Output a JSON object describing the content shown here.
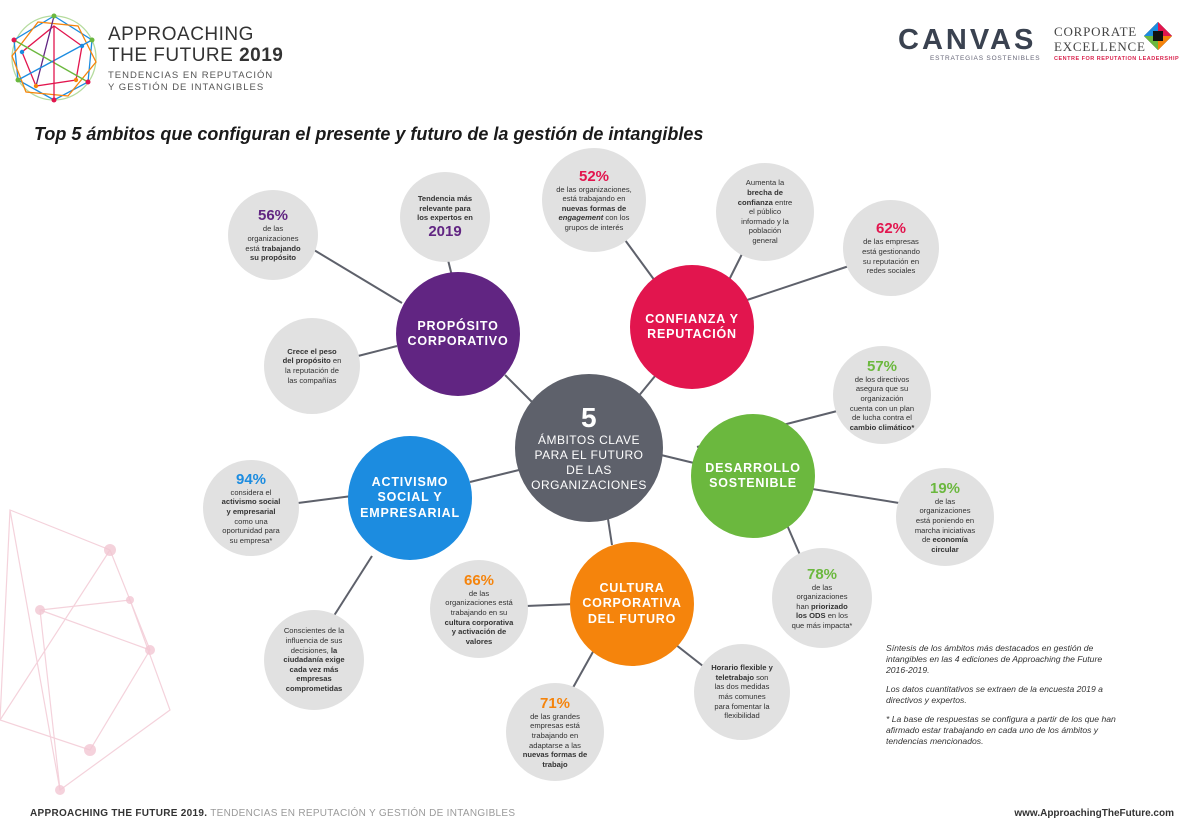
{
  "header": {
    "title_line1": "APPROACHING",
    "title_line2_a": "THE FUTURE",
    "title_line2_b": "2019",
    "subtitle_line1": "TENDENCIAS EN REPUTACIÓN",
    "subtitle_line2": "Y GESTIÓN DE INTANGIBLES",
    "canvas_logo": "CANVAS",
    "canvas_sub": "ESTRATEGIAS SOSTENIBLES",
    "ce_line1": "CORPORATE",
    "ce_line2": "EXCELLENCE",
    "ce_sub": "CENTRE FOR REPUTATION LEADERSHIP"
  },
  "title": "Top 5 ámbitos que configuran el presente y futuro de la gestión de intangibles",
  "colors": {
    "purple": "#612582",
    "red": "#e2154e",
    "green": "#6bb83e",
    "blue": "#1c8ce0",
    "orange": "#f5840c",
    "center": "#5e616b",
    "satellite": "#e1e1e1",
    "connector": "#5e616b"
  },
  "center": {
    "number": "5",
    "line1": "ÁMBITOS CLAVE",
    "line2": "PARA EL FUTURO",
    "line3": "DE LAS",
    "line4": "ORGANIZACIONES"
  },
  "hubs": {
    "proposito": {
      "line1": "PROPÓSITO",
      "line2": "CORPORATIVO"
    },
    "confianza": {
      "line1": "CONFIANZA Y",
      "line2": "REPUTACIÓN"
    },
    "desarrollo": {
      "line1": "DESARROLLO",
      "line2": "SOSTENIBLE"
    },
    "activismo": {
      "line1": "ACTIVISMO",
      "line2": "SOCIAL Y",
      "line3": "EMPRESARIAL"
    },
    "cultura": {
      "line1": "CULTURA",
      "line2": "CORPORATIVA",
      "line3": "DEL FUTURO"
    }
  },
  "satellites": {
    "s56": {
      "pct": "56%",
      "t1": "de las",
      "t2": "organizaciones",
      "t3": "está",
      "b1": "trabajando",
      "b2": "su propósito"
    },
    "tend": {
      "b1": "Tendencia más",
      "b2": "relevante para",
      "b3": "los expertos en",
      "year": "2019"
    },
    "peso": {
      "b1": "Crece el peso",
      "b2": "del propósito",
      "t1": " en",
      "t2": "la reputación de",
      "t3": "las compañías"
    },
    "s52": {
      "pct": "52%",
      "t1": "de las organizaciones,",
      "t2": "está trabajando en",
      "b1": "nuevas formas de",
      "b2": "engagement",
      "t3": " con los",
      "t4": "grupos de interés"
    },
    "brecha": {
      "t1": "Aumenta la",
      "b1": "brecha de",
      "b2": "confianza",
      "t2": " entre",
      "t3": "el público",
      "t4": "informado y la",
      "t5": "población",
      "t6": "general"
    },
    "s62": {
      "pct": "62%",
      "t1": "de las empresas",
      "t2": "está gestionando",
      "t3": "su reputación en",
      "t4": "redes sociales"
    },
    "s57": {
      "pct": "57%",
      "t1": "de los directivos",
      "t2": "asegura que su",
      "t3": "organización",
      "t4": "cuenta con un plan",
      "t5": "de lucha contra el",
      "b1": "cambio climático*"
    },
    "s19": {
      "pct": "19%",
      "t1": "de las",
      "t2": "organizaciones",
      "t3": "está poniendo en",
      "t4": "marcha iniciativas",
      "t5": "de ",
      "b1": "economía",
      "b2": "circular"
    },
    "s78": {
      "pct": "78%",
      "t1": "de las",
      "t2": "organizaciones",
      "t3": "han ",
      "b1": "priorizado",
      "b2": "los ODS",
      "t4": " en los",
      "t5": "que más impacta*"
    },
    "s94": {
      "pct": "94%",
      "t1": "considera el",
      "b1": "activismo social",
      "b2": "y empresarial",
      "t2": "como una",
      "t3": "oportunidad para",
      "t4": "su empresa*"
    },
    "concientes": {
      "t1": "Conscientes de la",
      "t2": "influencia de sus",
      "t3": "decisiones, ",
      "b1": "la",
      "b2": "ciudadanía exige",
      "b3": "cada vez más",
      "b4": "empresas",
      "b5": "comprometidas"
    },
    "s66": {
      "pct": "66%",
      "t1": "de las",
      "t2": "organizaciones está",
      "t3": "trabajando en su",
      "b1": "cultura corporativa",
      "b2": "y activación de",
      "b3": "valores"
    },
    "horario": {
      "b1": "Horario flexible y",
      "b2": "teletrabajo",
      "t1": " son",
      "t2": "las dos medidas",
      "t3": "más comunes",
      "t4": "para fomentar la",
      "t5": "flexibilidad"
    },
    "s71": {
      "pct": "71%",
      "t1": "de las grandes",
      "t2": "empresas está",
      "t3": "trabajando en",
      "t4": "adaptarse a las",
      "b1": "nuevas formas de",
      "b2": "trabajo"
    }
  },
  "note": {
    "p1": "Síntesis de los ámbitos más destacados en gestión de intangibles en las 4 ediciones de Approaching the Future 2016-2019.",
    "p2": "Los datos cuantitativos se extraen de la encuesta 2019 a directivos y expertos.",
    "p3": "* La base de respuestas se configura a partir de los que han afirmado estar trabajando en cada uno de los ámbitos y tendencias mencionados."
  },
  "footer": {
    "left_strong": "APPROACHING THE FUTURE 2019.",
    "left_light": " TENDENCIAS EN REPUTACIÓN Y GESTIÓN DE INTANGIBLES",
    "right": "www.ApproachingTheFuture.com"
  }
}
